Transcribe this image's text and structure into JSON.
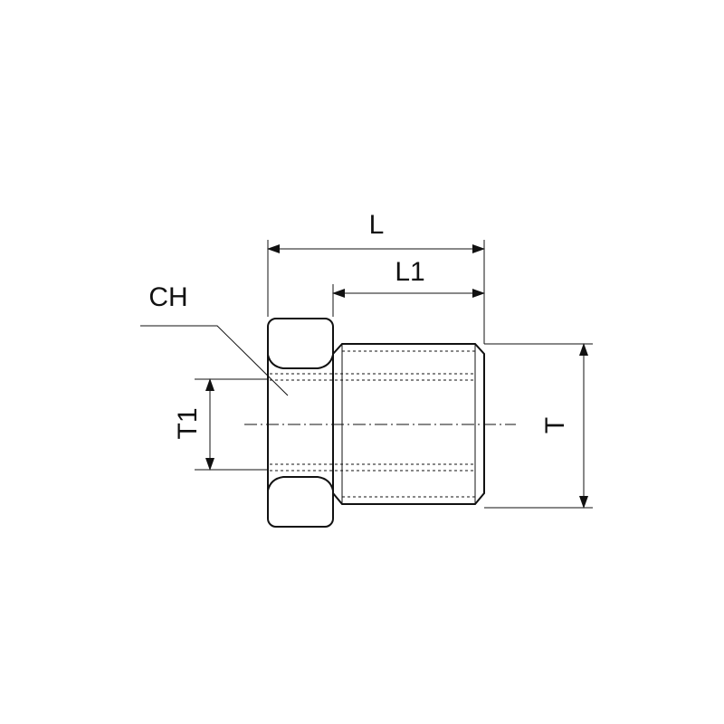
{
  "labels": {
    "overall_length": "L",
    "thread_length": "L1",
    "hex_size": "CH",
    "inner_thread": "T1",
    "outer_thread": "T"
  },
  "colors": {
    "line": "#111111",
    "background": "#ffffff"
  }
}
